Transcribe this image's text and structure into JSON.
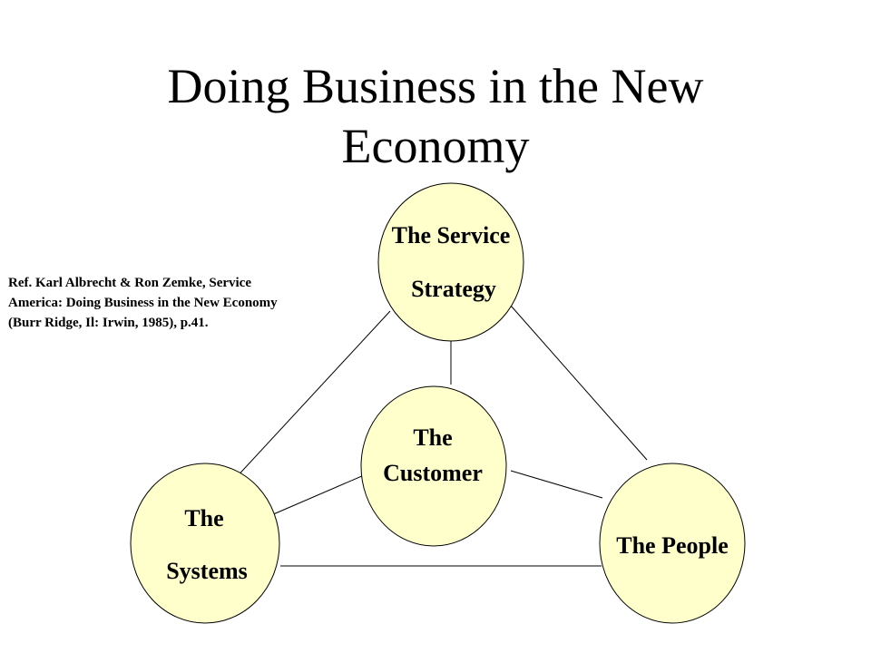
{
  "title_lines": [
    "Doing Business in the New",
    "Economy"
  ],
  "reference_lines": [
    "Ref. Karl Albrecht & Ron Zemke, Service",
    "America: Doing Business in the New Economy",
    "(Burr Ridge, Il: Irwin, 1985), p.41."
  ],
  "nodes": {
    "strategy": {
      "lines": [
        "The Service",
        "Strategy"
      ]
    },
    "customer": {
      "lines": [
        "The",
        "Customer"
      ]
    },
    "systems": {
      "lines": [
        "The",
        "Systems"
      ]
    },
    "people": {
      "lines": [
        "The People"
      ]
    }
  },
  "colors": {
    "node_fill": "#ffffcc",
    "node_stroke": "#000000",
    "connector": "#000000",
    "background": "#ffffff"
  }
}
